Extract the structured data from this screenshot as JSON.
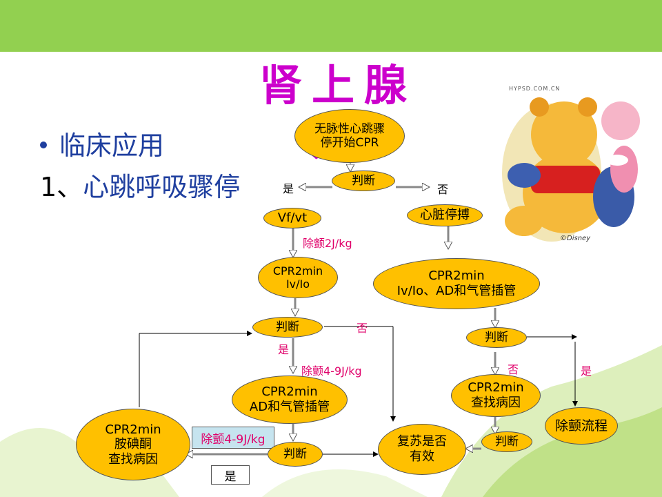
{
  "slide": {
    "title": "肾上腺素",
    "bullet": "临床应用",
    "subheading_number": "1、",
    "subheading_text": "心跳呼吸骤停"
  },
  "illustration": {
    "site_mark": "HYPSD.COM.CN",
    "credit": "©Disney"
  },
  "flowchart": {
    "start": "无脉性心跳骤\n停开始CPR",
    "judge_top": "判断",
    "yes_top": "是",
    "no_top": "否",
    "vfvt": "Vf/vt",
    "asystole": "心脏停搏",
    "defib_1": "除颤2J/kg",
    "cpr_left": "CPR2min\nIv/Io",
    "cpr_right": "CPR2min\nIv/Io、AD和气管插管",
    "judge_left": "判断",
    "no_left": "否",
    "yes_left": "是",
    "judge_right": "判断",
    "no_right": "否",
    "yes_right": "是",
    "defib_2": "除颤4-9J/kg",
    "cpr_mid": "CPR2min\nAD和气管插管",
    "cpr_find": "CPR2min\n查找病因",
    "defib_flow": "除颤流程",
    "cpr_amio": "CPR2min\n胺碘酮\n查找病因",
    "defib_3": "除颤4-9J/kg",
    "yes_bottom": "是",
    "judge_bottom": "判断",
    "recovery": "复苏是否\n有效",
    "judge_bottom_right": "判断"
  }
}
